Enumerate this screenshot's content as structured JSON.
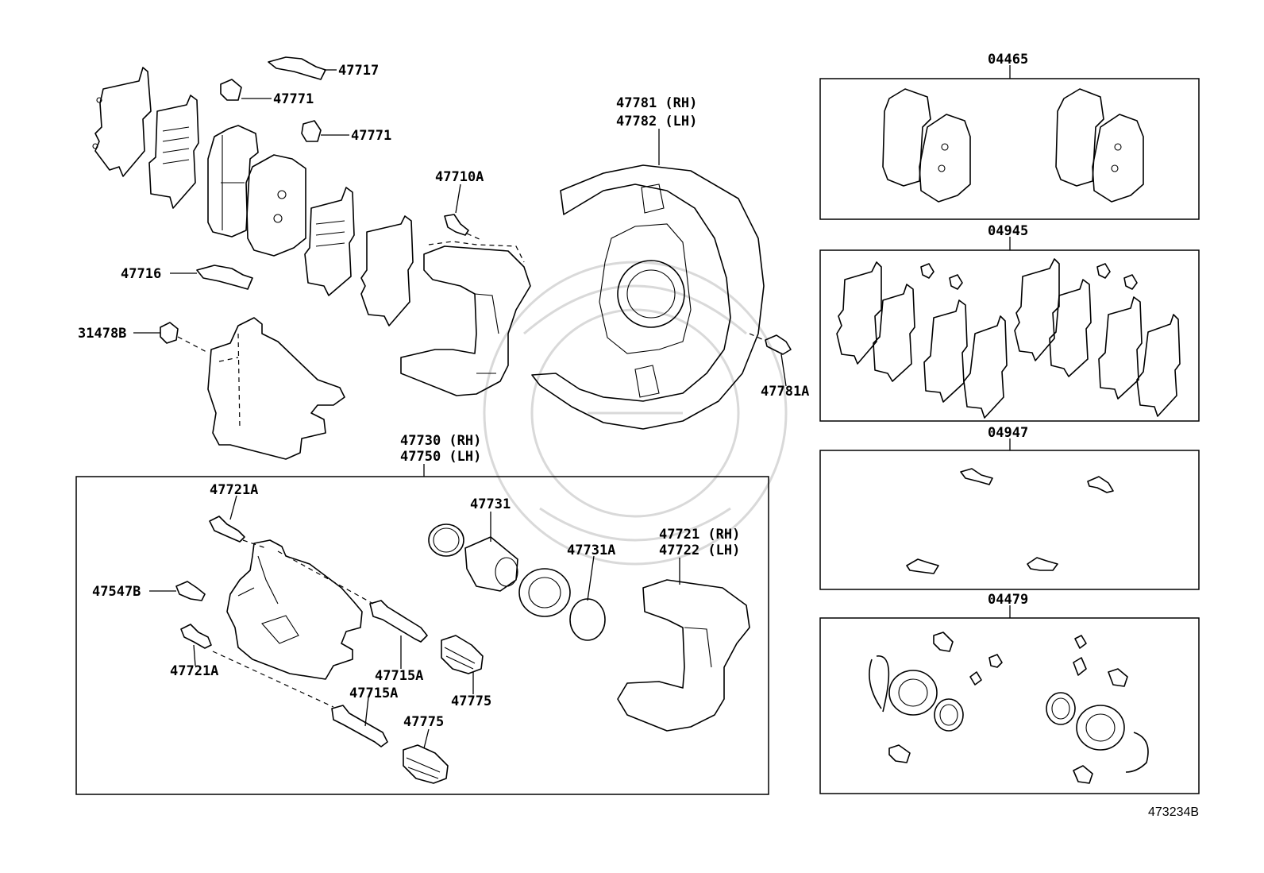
{
  "diagram_id": "473234B",
  "labels": {
    "p47717": "47717",
    "p47771a": "47771",
    "p47771b": "47771",
    "p47716": "47716",
    "p31478b": "31478B",
    "p47710a": "47710A",
    "p47781_rh": "47781 (RH)",
    "p47782_lh": "47782 (LH)",
    "p47781a": "47781A",
    "p47730_rh": "47730 (RH)",
    "p47750_lh": "47750 (LH)",
    "p47721a_top": "47721A",
    "p47547b": "47547B",
    "p47721a_bottom": "47721A",
    "p47731": "47731",
    "p47731a": "47731A",
    "p47715a_right": "47715A",
    "p47715a_left": "47715A",
    "p47775_right": "47775",
    "p47775_left": "47775",
    "p47721_rh": "47721 (RH)",
    "p47722_lh": "47722 (LH)"
  },
  "kits": {
    "k04465": "04465",
    "k04945": "04945",
    "k04947": "04947",
    "k04479": "04479"
  },
  "colors": {
    "line": "#000000",
    "background": "#ffffff",
    "watermark": "#d9d9d9"
  }
}
